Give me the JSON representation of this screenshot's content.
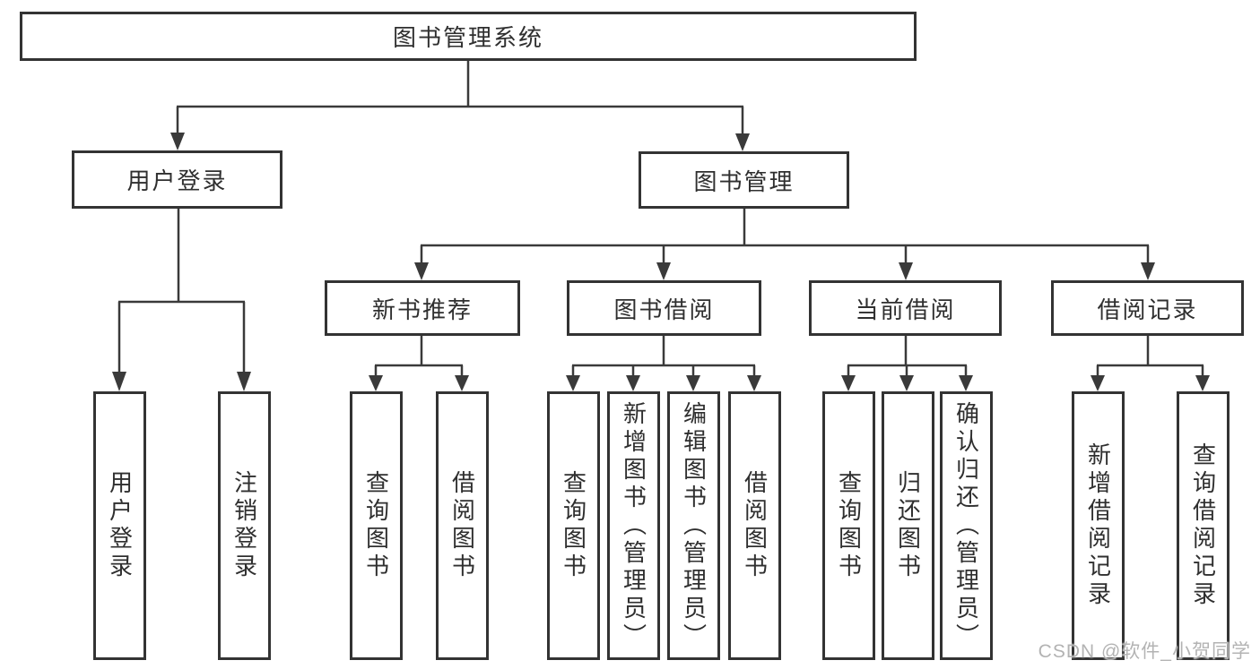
{
  "root": {
    "label": "图书管理系统",
    "children": [
      {
        "label": "用户登录",
        "children": [
          {
            "label": "用户登录"
          },
          {
            "label": "注销登录"
          }
        ]
      },
      {
        "label": "图书管理",
        "children": [
          {
            "label": "新书推荐",
            "children": [
              {
                "label": "查询图书"
              },
              {
                "label": "借阅图书"
              }
            ]
          },
          {
            "label": "图书借阅",
            "children": [
              {
                "label": "查询图书"
              },
              {
                "label": "新增图书（管理员）"
              },
              {
                "label": "编辑图书（管理员）"
              },
              {
                "label": "借阅图书"
              }
            ]
          },
          {
            "label": "当前借阅",
            "children": [
              {
                "label": "查询图书"
              },
              {
                "label": "归还图书"
              },
              {
                "label": "确认归还（管理员）"
              }
            ]
          },
          {
            "label": "借阅记录",
            "children": [
              {
                "label": "新增借阅记录"
              },
              {
                "label": "查询借阅记录"
              }
            ]
          }
        ]
      }
    ]
  },
  "watermark": {
    "text": "CSDN @软件_小贺同学"
  },
  "colors": {
    "line": "#3a3a3a",
    "box_border": "#333333",
    "text": "#2f2f2f",
    "watermark": "#b3b3b3",
    "background": "#ffffff"
  }
}
